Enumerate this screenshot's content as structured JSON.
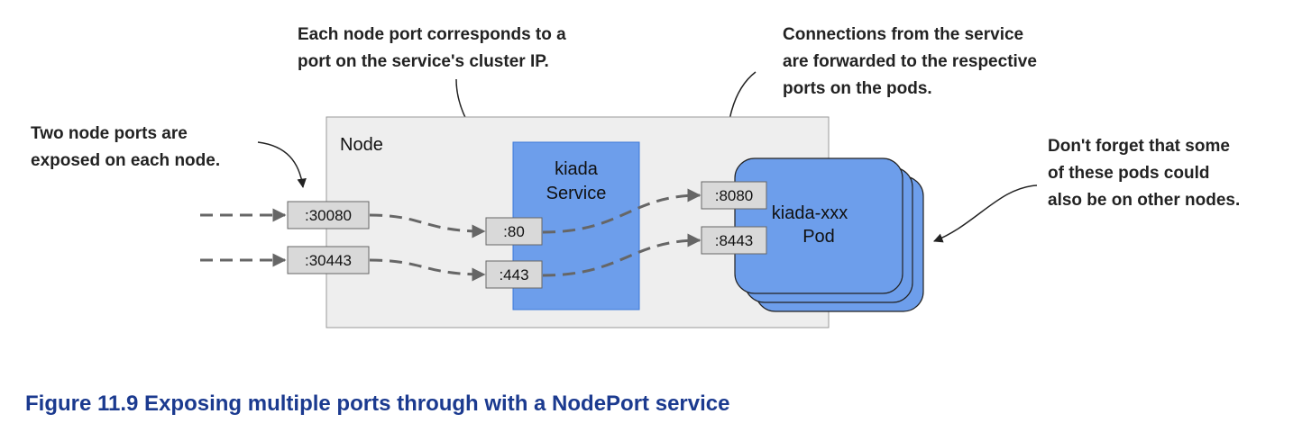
{
  "annotations": {
    "node_ports_line1": "Two node ports are",
    "node_ports_line2": "exposed on each node.",
    "cluster_ip_line1": "Each node port corresponds to a",
    "cluster_ip_line2": "port on the service's cluster IP.",
    "forwarding_line1": "Connections from the service",
    "forwarding_line2": "are forwarded to the respective",
    "forwarding_line3": "ports on the pods.",
    "other_nodes_line1": "Don't forget that some",
    "other_nodes_line2": "of these pods could",
    "other_nodes_line3": "also be on other nodes."
  },
  "node": {
    "label": "Node"
  },
  "service": {
    "line1": "kiada",
    "line2": "Service",
    "ports": [
      ":80",
      ":443"
    ]
  },
  "node_ports": [
    ":30080",
    ":30443"
  ],
  "pod": {
    "line1": "kiada-xxx",
    "line2": "Pod",
    "ports": [
      ":8080",
      ":8443"
    ]
  },
  "caption": "Figure 11.9 Exposing multiple ports through with a NodePort service",
  "colors": {
    "node_fill": "#eeeeee",
    "service_fill": "#6d9eeb",
    "pod_fill": "#6d9eeb",
    "port_fill": "#d9d9d9",
    "arrow": "#666666",
    "caption": "#1b3a8f"
  }
}
